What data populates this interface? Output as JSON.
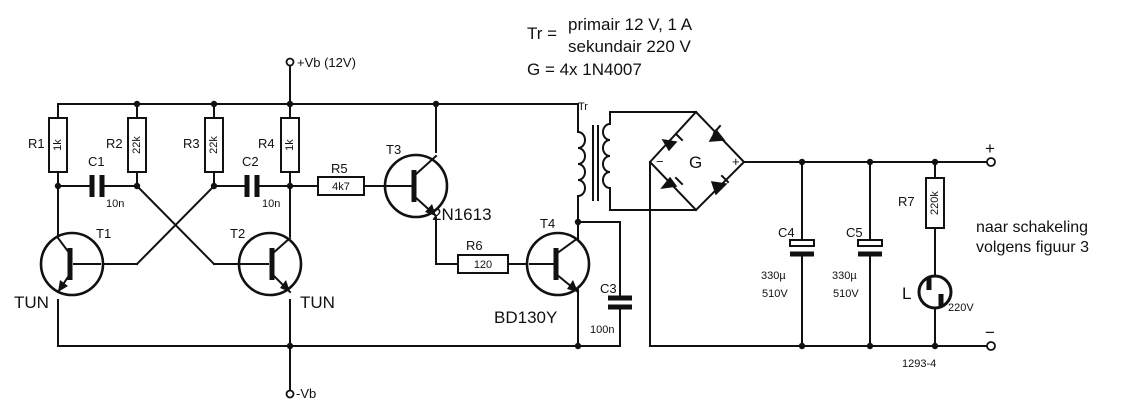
{
  "header": {
    "tr_prefix": "Tr =",
    "tr_line1": "primair 12 V, 1 A",
    "tr_line2": "sekundair 220 V",
    "g_line": "G  = 4x 1N4007"
  },
  "supply": {
    "plus": "+Vb (12V)",
    "minus": "-Vb"
  },
  "components": {
    "R1": {
      "name": "R1",
      "value": "1k"
    },
    "R2": {
      "name": "R2",
      "value": "22k"
    },
    "R3": {
      "name": "R3",
      "value": "22k"
    },
    "R4": {
      "name": "R4",
      "value": "1k"
    },
    "R5": {
      "name": "R5",
      "value": "4k7"
    },
    "R6": {
      "name": "R6",
      "value": "120"
    },
    "R7": {
      "name": "R7",
      "value": "220k"
    },
    "C1": {
      "name": "C1",
      "value": "10n"
    },
    "C2": {
      "name": "C2",
      "value": "10n"
    },
    "C3": {
      "name": "C3",
      "value": "100n"
    },
    "C4": {
      "name": "C4",
      "value": "330µ",
      "voltage": "510V"
    },
    "C5": {
      "name": "C5",
      "value": "330µ",
      "voltage": "510V"
    },
    "T1": {
      "name": "T1",
      "type": "TUN"
    },
    "T2": {
      "name": "T2",
      "type": "TUN"
    },
    "T3": {
      "name": "T3",
      "type": "2N1613"
    },
    "T4": {
      "name": "T4",
      "type": "BD130Y"
    },
    "Tr": {
      "name": "Tr"
    },
    "G": {
      "name": "G"
    },
    "L": {
      "name": "L",
      "value": "220V"
    }
  },
  "bridge": {
    "minus": "−",
    "plus": "+"
  },
  "output": {
    "plus": "+",
    "minus": "−",
    "note_line1": "naar schakeling",
    "note_line2": "volgens figuur 3"
  },
  "figure_id": "1293-4"
}
